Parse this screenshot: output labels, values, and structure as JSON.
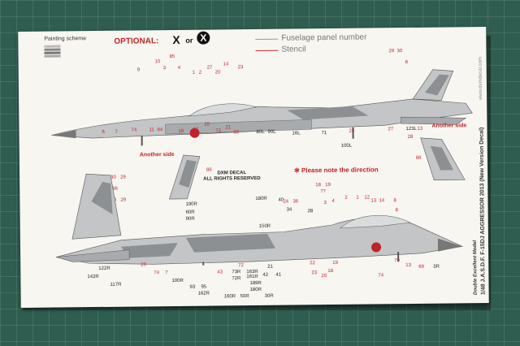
{
  "painting_scheme": {
    "title": "Painting scheme"
  },
  "optional": {
    "label": "OPTIONAL:",
    "x1": "X",
    "or": "or",
    "x2": "X"
  },
  "legend": {
    "panel": "Fuselage panel number",
    "stencil": "Stencil",
    "panel_color": "#888888",
    "stencil_color": "#c0242b"
  },
  "another_side": "Another side",
  "note": "Please note the direction",
  "copyright": {
    "line1": "DXM DECAL",
    "line2": "ALL RIGHTS RESERVED"
  },
  "product_title": "1/48 J.A.S.D.F. F-15DJ AGGRESSOR 2013 (New Version Decal)",
  "brand": "Double Excellent Model",
  "site": "www.dxmdecal.com",
  "colors": {
    "mat": "#2f5e50",
    "sheet": "#f7f6f1",
    "aircraft_light": "#c3c5c6",
    "aircraft_dark": "#8d9093",
    "accent": "#c0242b",
    "hinomaru": "#c0242b"
  },
  "top_callouts": [
    "9",
    "10",
    "85",
    "3",
    "4",
    "27",
    "14",
    "23",
    "20",
    "29",
    "30",
    "8",
    "1",
    "2"
  ],
  "top_bottom_callouts": [
    "6",
    "7",
    "74",
    "11",
    "84",
    "16",
    "17",
    "20",
    "72",
    "21",
    "22",
    "25",
    "27",
    "28",
    "13"
  ],
  "top_stencils": [
    "80L",
    "90L",
    "16L",
    "71",
    "100L",
    "123L"
  ],
  "mid_callouts": [
    "30",
    "29",
    "86",
    "86",
    "30",
    "29",
    "86"
  ],
  "bottom_callouts": [
    "18",
    "19",
    "77",
    "2",
    "1",
    "12",
    "13",
    "14",
    "4",
    "3",
    "8",
    "8",
    "40",
    "24",
    "34",
    "36",
    "28",
    "26",
    "74",
    "22",
    "23",
    "18",
    "19",
    "20",
    "21",
    "43",
    "72",
    "70",
    "13",
    "69",
    "7",
    "74"
  ],
  "bottom_stencils": [
    "122R",
    "142R",
    "117R",
    "100R",
    "93",
    "95",
    "162R",
    "160R",
    "73R",
    "72R",
    "189R",
    "180R",
    "163R",
    "161R",
    "42",
    "41",
    "30R",
    "3R",
    "180R",
    "150R",
    "50R",
    "60R",
    "90R",
    "190R"
  ]
}
